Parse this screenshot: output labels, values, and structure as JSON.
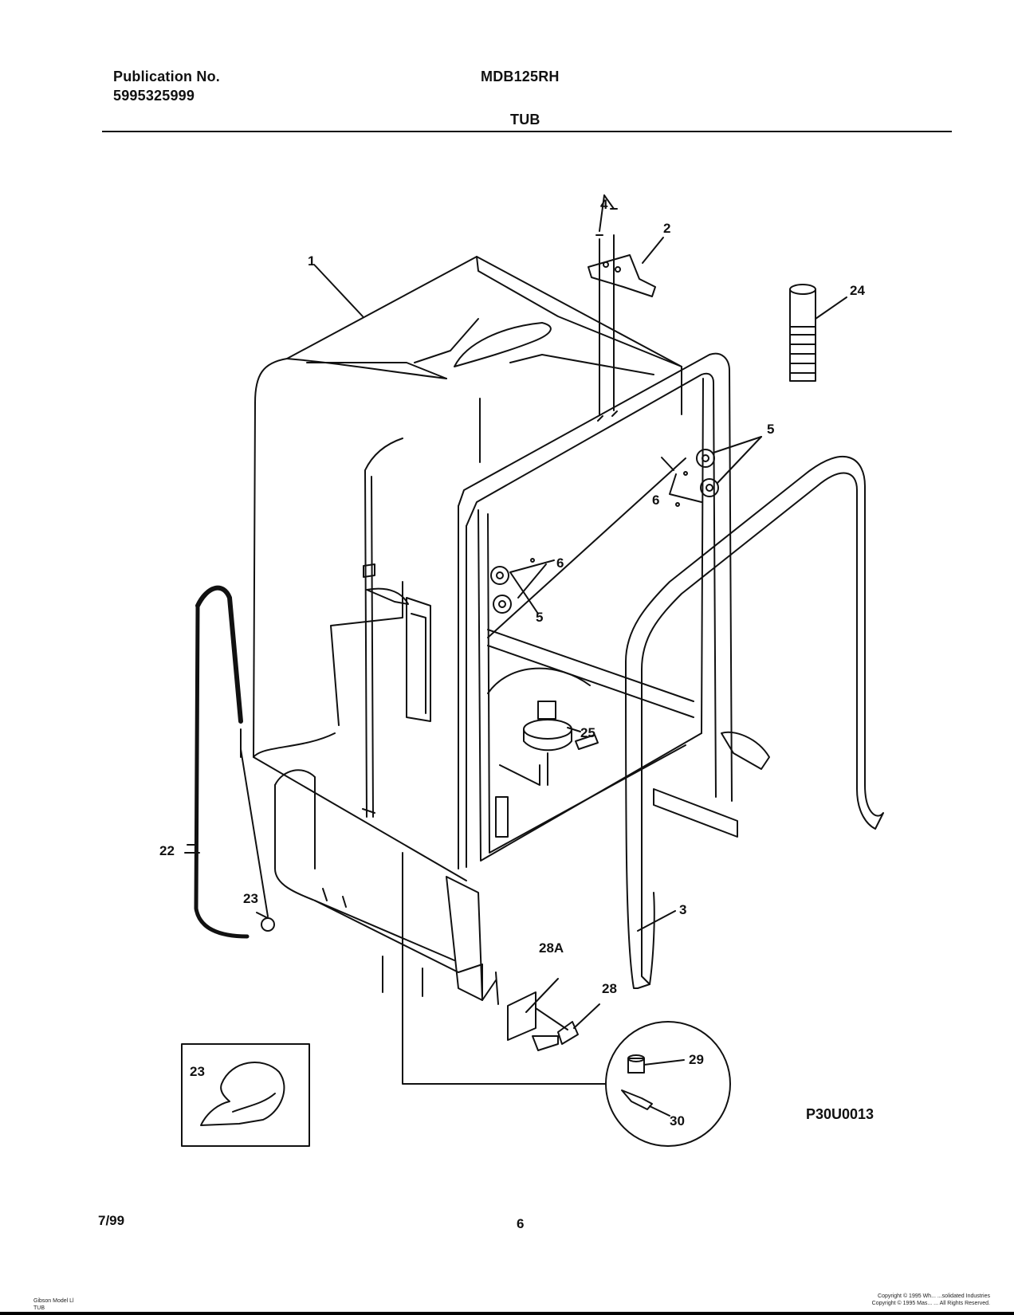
{
  "header": {
    "publication_label": "Publication No.",
    "publication_number": "5995325999",
    "model": "MDB125RH",
    "section_title": "TUB"
  },
  "callouts": {
    "c1": "1",
    "c2": "2",
    "c3": "3",
    "c4": "4",
    "c5a": "5",
    "c5b": "5",
    "c6a": "6",
    "c6b": "6",
    "c22": "22",
    "c23": "23",
    "c23_inset": "23",
    "c24": "24",
    "c25": "25",
    "c28": "28",
    "c28A": "28A",
    "c29": "29",
    "c30": "30"
  },
  "diagram_code": "P30U0013",
  "footer": {
    "date": "7/99",
    "page": "6",
    "left_fine_print_1": "Gibson Model Ll",
    "left_fine_print_2": "TUB",
    "right_fine_print_1": "Copyright © 1995 Wh... ...solidated Industries",
    "right_fine_print_2": "Copyright © 1995 Mas... ... All Rights Reserved."
  }
}
